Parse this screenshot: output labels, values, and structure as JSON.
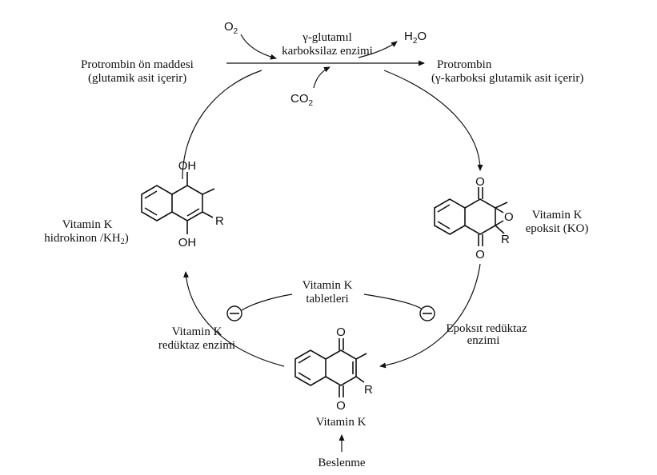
{
  "top": {
    "o2": "O",
    "o2_sub": "2",
    "h2o_h": "H",
    "h2o_sub": "2",
    "h2o_o": "O",
    "enzyme_line1": "γ-glutamıl",
    "enzyme_line2": "karboksilaz enzimi",
    "co2": "CO",
    "co2_sub": "2",
    "precursor_line1": "Protrombin ön maddesi",
    "precursor_line2": "(glutamik asit içerir)",
    "product_line1": "Protrombin",
    "product_line2": "(γ-karboksi glutamik asit içerir)"
  },
  "hydroquinone": {
    "label_line1": "Vitamin K",
    "label_line2": "hidrokinon /KH",
    "label_sub": "2",
    "label_close": ")",
    "oh_top": "OH",
    "oh_bottom": "OH",
    "r": "R"
  },
  "epoxide": {
    "label_line1": "Vitamin K",
    "label_line2": "epoksit (KO)",
    "o_top": "O",
    "o_bottom": "O",
    "o_epoxide": "O",
    "r": "R"
  },
  "vitamin_k": {
    "label": "Vitamin K",
    "o_top": "O",
    "o_bottom": "O",
    "r": "R"
  },
  "tablets": {
    "line1": "Vitamin K",
    "line2": "tabletleri"
  },
  "reductase": {
    "line1": "Vitamin K",
    "line2": "redüktaz enzimi"
  },
  "epoxide_reductase": {
    "line1": "Epoksıt redüktaz",
    "line2": "enzimi"
  },
  "nutrition": {
    "label": "Beslenme"
  }
}
